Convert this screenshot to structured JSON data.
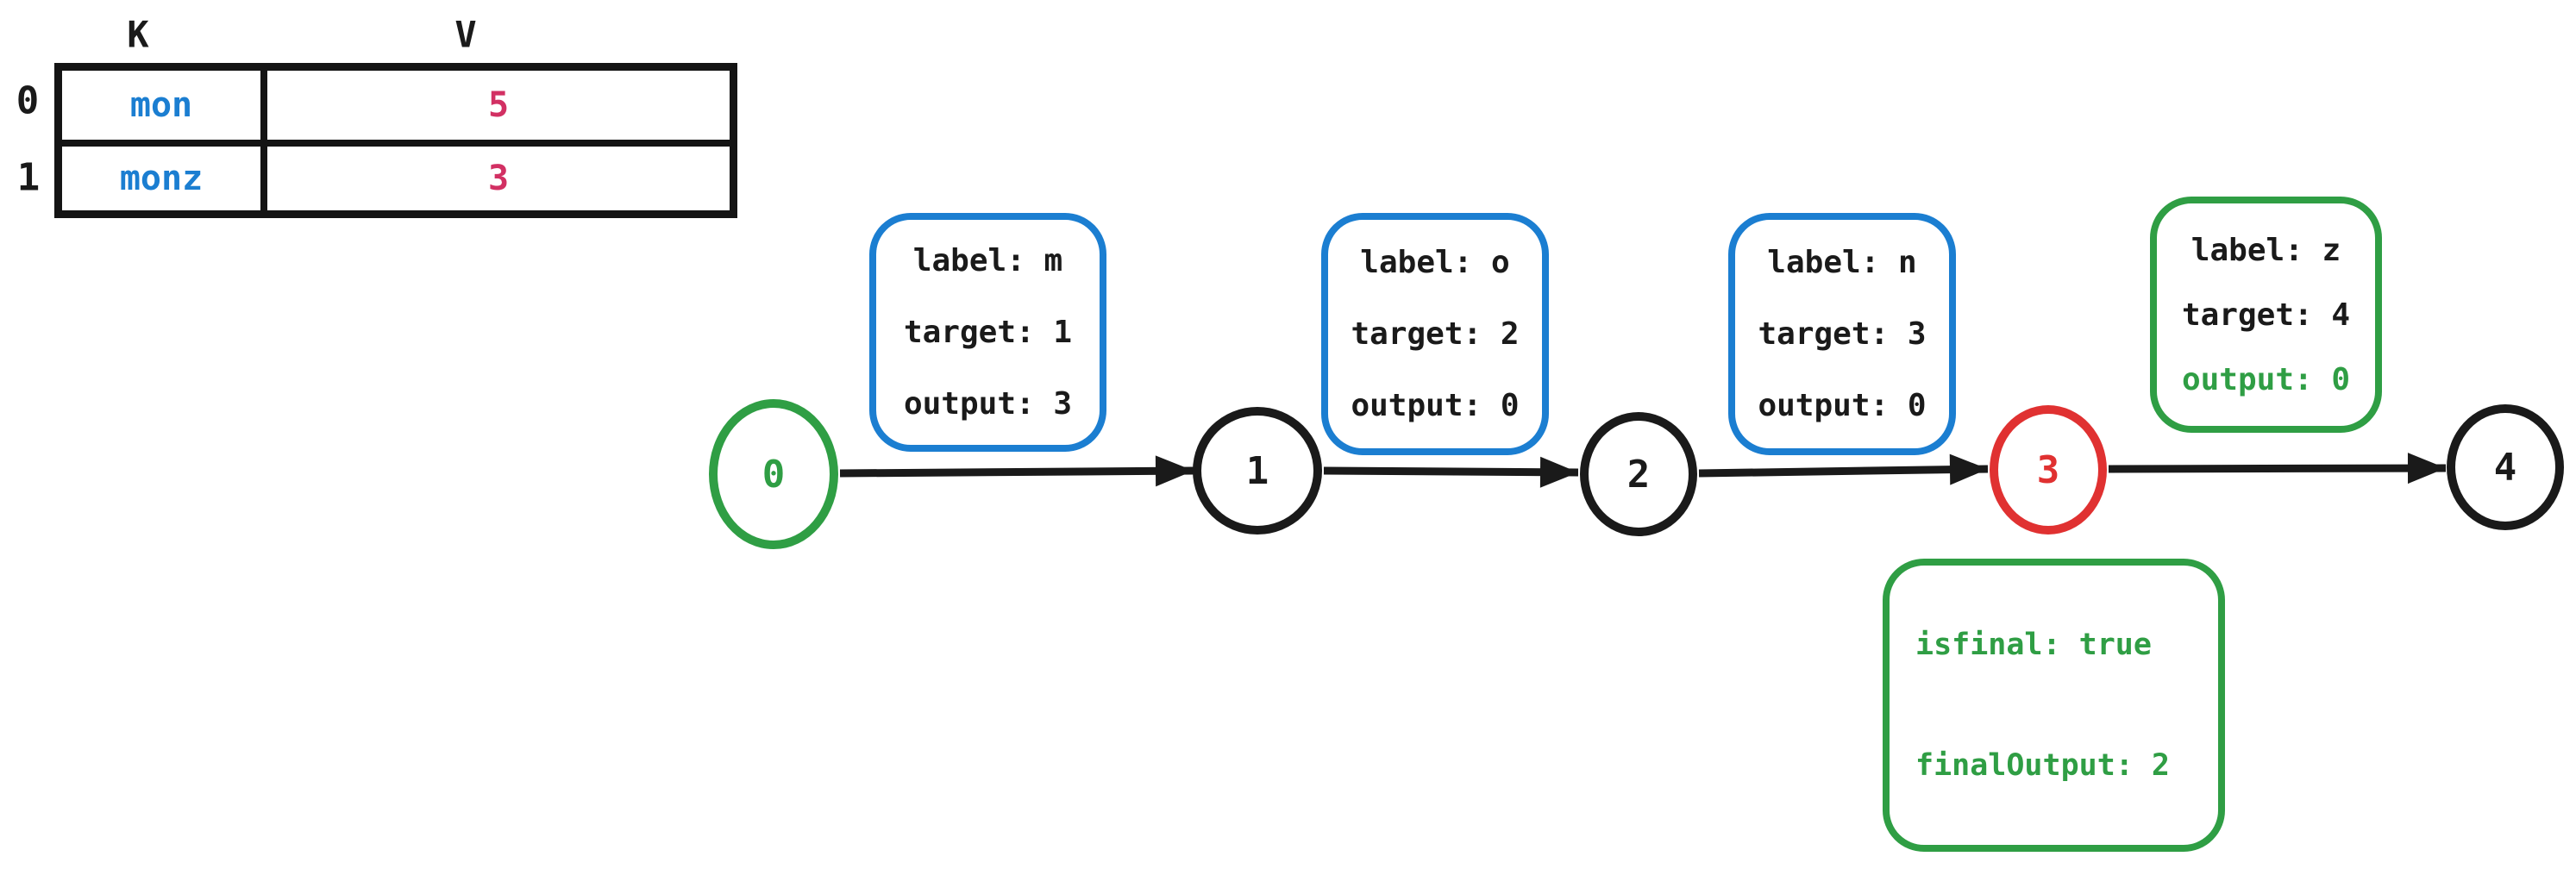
{
  "palette": {
    "stroke_black": "#1a1a1a",
    "blue": "#1b7ed1",
    "green": "#2f9e44",
    "red": "#e03131",
    "crimson": "#d23063"
  },
  "kv_table": {
    "header_key": "K",
    "header_value": "V",
    "rows": [
      {
        "index": "0",
        "key": "mon",
        "value": "5"
      },
      {
        "index": "1",
        "key": "monz",
        "value": "3"
      }
    ]
  },
  "nodes": [
    {
      "label": "0",
      "role": "start"
    },
    {
      "label": "1",
      "role": "state"
    },
    {
      "label": "2",
      "role": "state"
    },
    {
      "label": "3",
      "role": "final"
    },
    {
      "label": "4",
      "role": "state"
    }
  ],
  "edge_boxes": [
    {
      "lines": [
        "label: m",
        "target: 1",
        "output: 3"
      ]
    },
    {
      "lines": [
        "label: o",
        "target: 2",
        "output: 0"
      ]
    },
    {
      "lines": [
        "label: n",
        "target: 3",
        "output: 0"
      ]
    },
    {
      "lines": [
        "label: z",
        "target: 4",
        "output: 0"
      ]
    }
  ],
  "final_state_box": {
    "lines": [
      "isfinal: true",
      "finalOutput: 2"
    ]
  }
}
